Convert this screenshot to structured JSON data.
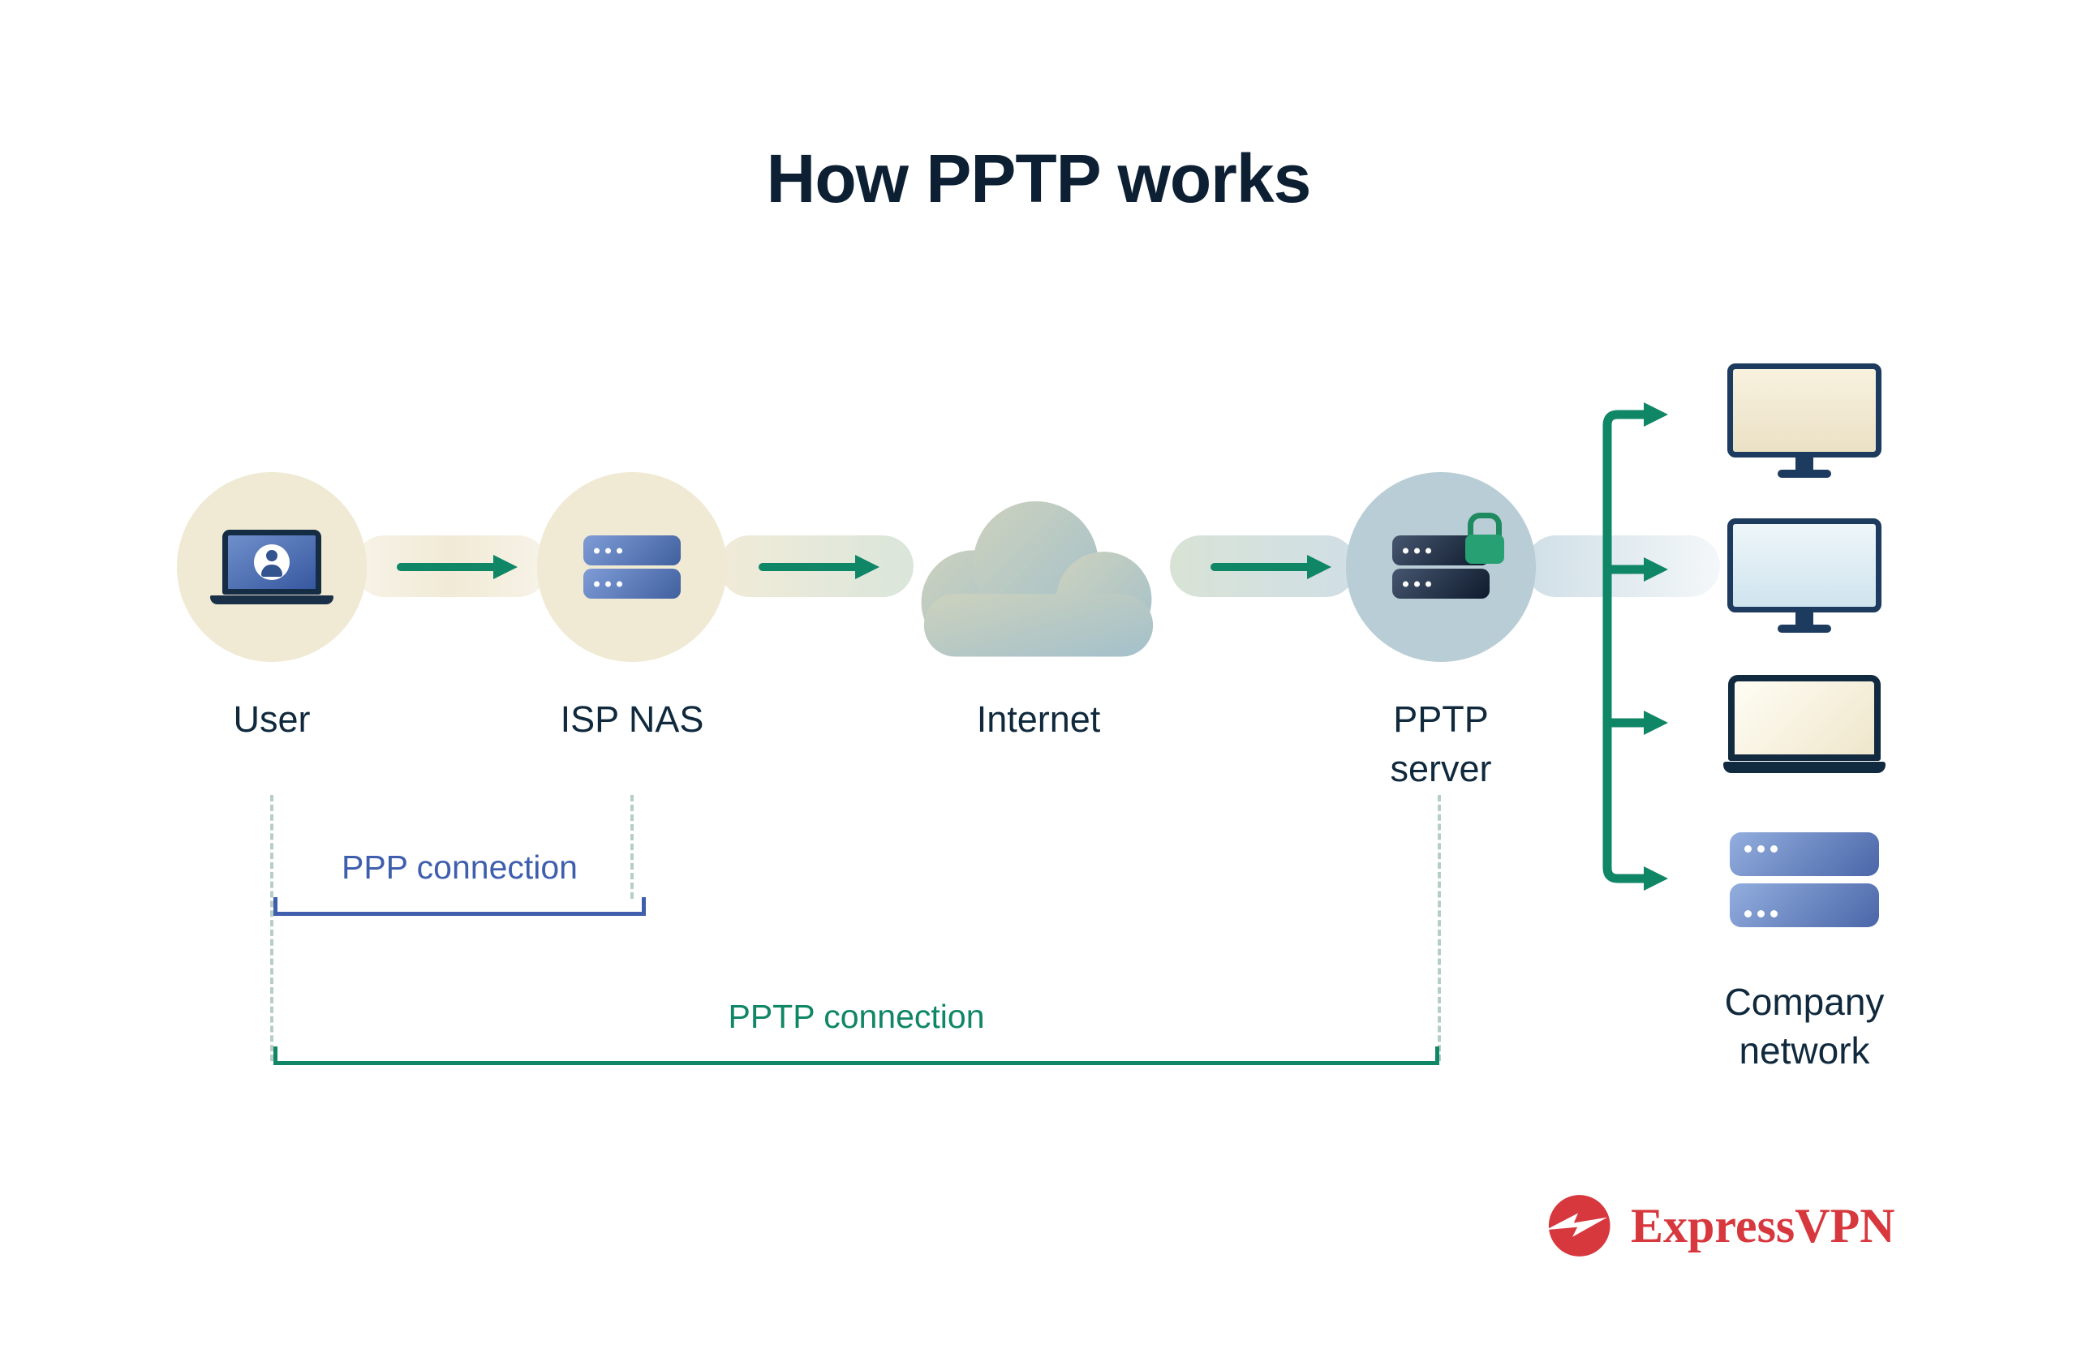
{
  "title": {
    "text": "How PPTP works"
  },
  "nodes": [
    {
      "id": "user",
      "label": "User"
    },
    {
      "id": "isp-nas",
      "label": "ISP NAS"
    },
    {
      "id": "internet",
      "label": "Internet"
    },
    {
      "id": "pptp-server",
      "label": "PPTP server"
    }
  ],
  "connections": {
    "ppp": {
      "label": "PPP connection",
      "color": "#3f5fae"
    },
    "pptp": {
      "label": "PPTP connection",
      "color": "#0f8665"
    }
  },
  "company_network": {
    "label": "Company network",
    "devices": [
      {
        "icon": "desktop-monitor-icon",
        "variant": "beige"
      },
      {
        "icon": "desktop-monitor-icon",
        "variant": "blue"
      },
      {
        "icon": "laptop-icon",
        "variant": "beige"
      },
      {
        "icon": "server-icon",
        "variant": "blue"
      }
    ]
  },
  "brand": {
    "name": "ExpressVPN",
    "color": "#d7383e"
  },
  "colors": {
    "background": "#ffffff",
    "heading_text": "#0d2033",
    "accent_green": "#0f8665",
    "accent_blue": "#3f5fae",
    "circle_cream": "#f0e9d4",
    "circle_bluegrey": "#b9cdd6",
    "server_blue_light": "#7f9cd6",
    "server_blue_dark": "#40609f",
    "lock_green": "#27a173",
    "brand_red": "#d7383e"
  }
}
